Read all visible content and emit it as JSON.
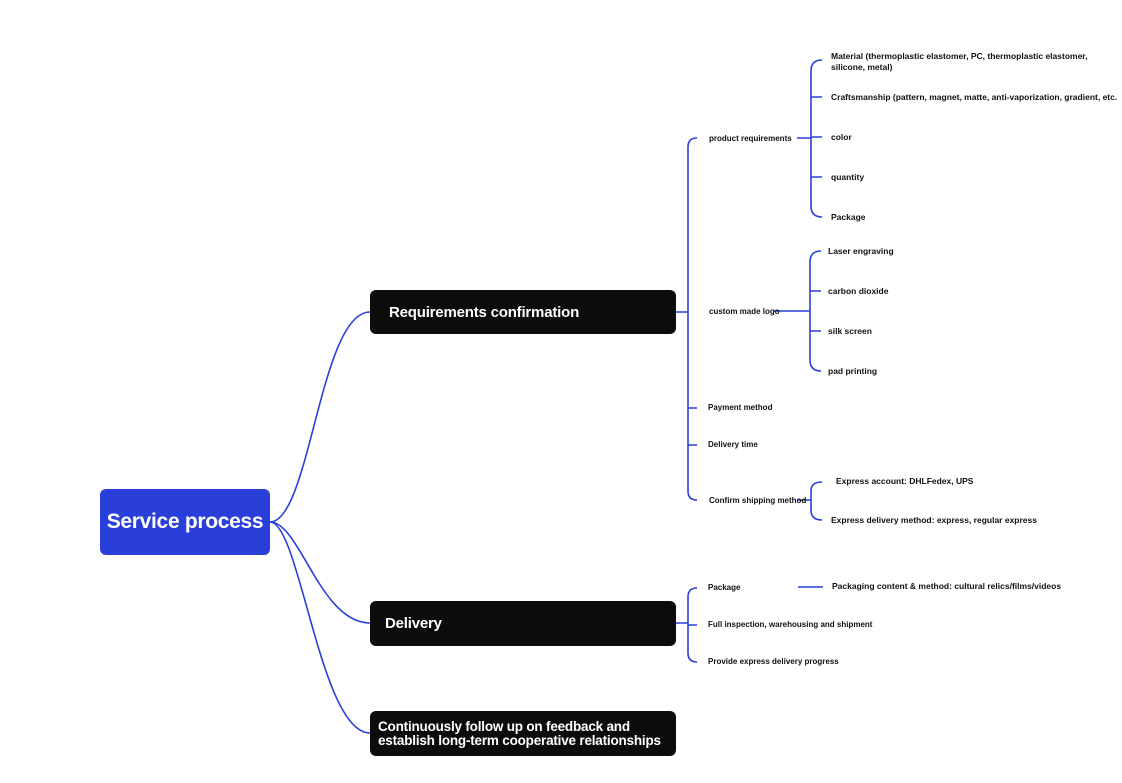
{
  "root": {
    "label": "Service process"
  },
  "branches": {
    "requirements": {
      "label": "Requirements confirmation",
      "product_requirements": {
        "label": "product requirements",
        "items": [
          "Material (thermoplastic elastomer, PC, thermoplastic elastomer, silicone, metal)",
          "Craftsmanship (pattern, magnet, matte, anti-vaporization, gradient, etc.",
          "color",
          "quantity",
          "Package"
        ]
      },
      "custom_logo": {
        "label": "custom made logo",
        "items": [
          "Laser engraving",
          "carbon dioxide",
          "silk screen",
          "pad printing"
        ]
      },
      "payment_method": {
        "label": "Payment method"
      },
      "delivery_time": {
        "label": "Delivery time"
      },
      "shipping_method": {
        "label": "Confirm shipping method",
        "items": [
          "Express account: DHLFedex, UPS",
          "Express delivery method: express, regular express"
        ]
      }
    },
    "delivery": {
      "label": "Delivery",
      "package": {
        "label": "Package",
        "items": [
          "Packaging content & method: cultural relics/films/videos"
        ]
      },
      "inspection": {
        "label": "Full inspection, warehousing and shipment"
      },
      "progress": {
        "label": "Provide express delivery progress"
      }
    },
    "follow_up": {
      "line1": "Continuously follow up on feedback and",
      "line2": "establish long-term cooperative relationships"
    }
  },
  "colors": {
    "accent": "#2a3fd9",
    "node_dark": "#0c0c0c",
    "background": "#ffffff"
  }
}
